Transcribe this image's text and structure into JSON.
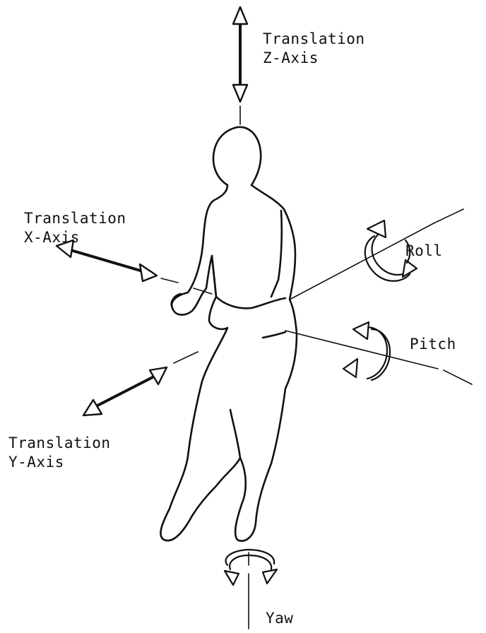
{
  "labels": {
    "z_axis": [
      "Translation",
      "Z-Axis"
    ],
    "x_axis": [
      "Translation",
      "X-Axis"
    ],
    "y_axis": [
      "Translation",
      "Y-Axis"
    ],
    "roll": "Roll",
    "pitch": "Pitch",
    "yaw": "Yaw"
  },
  "colors": {
    "ink": "#111111",
    "background": "#ffffff"
  }
}
